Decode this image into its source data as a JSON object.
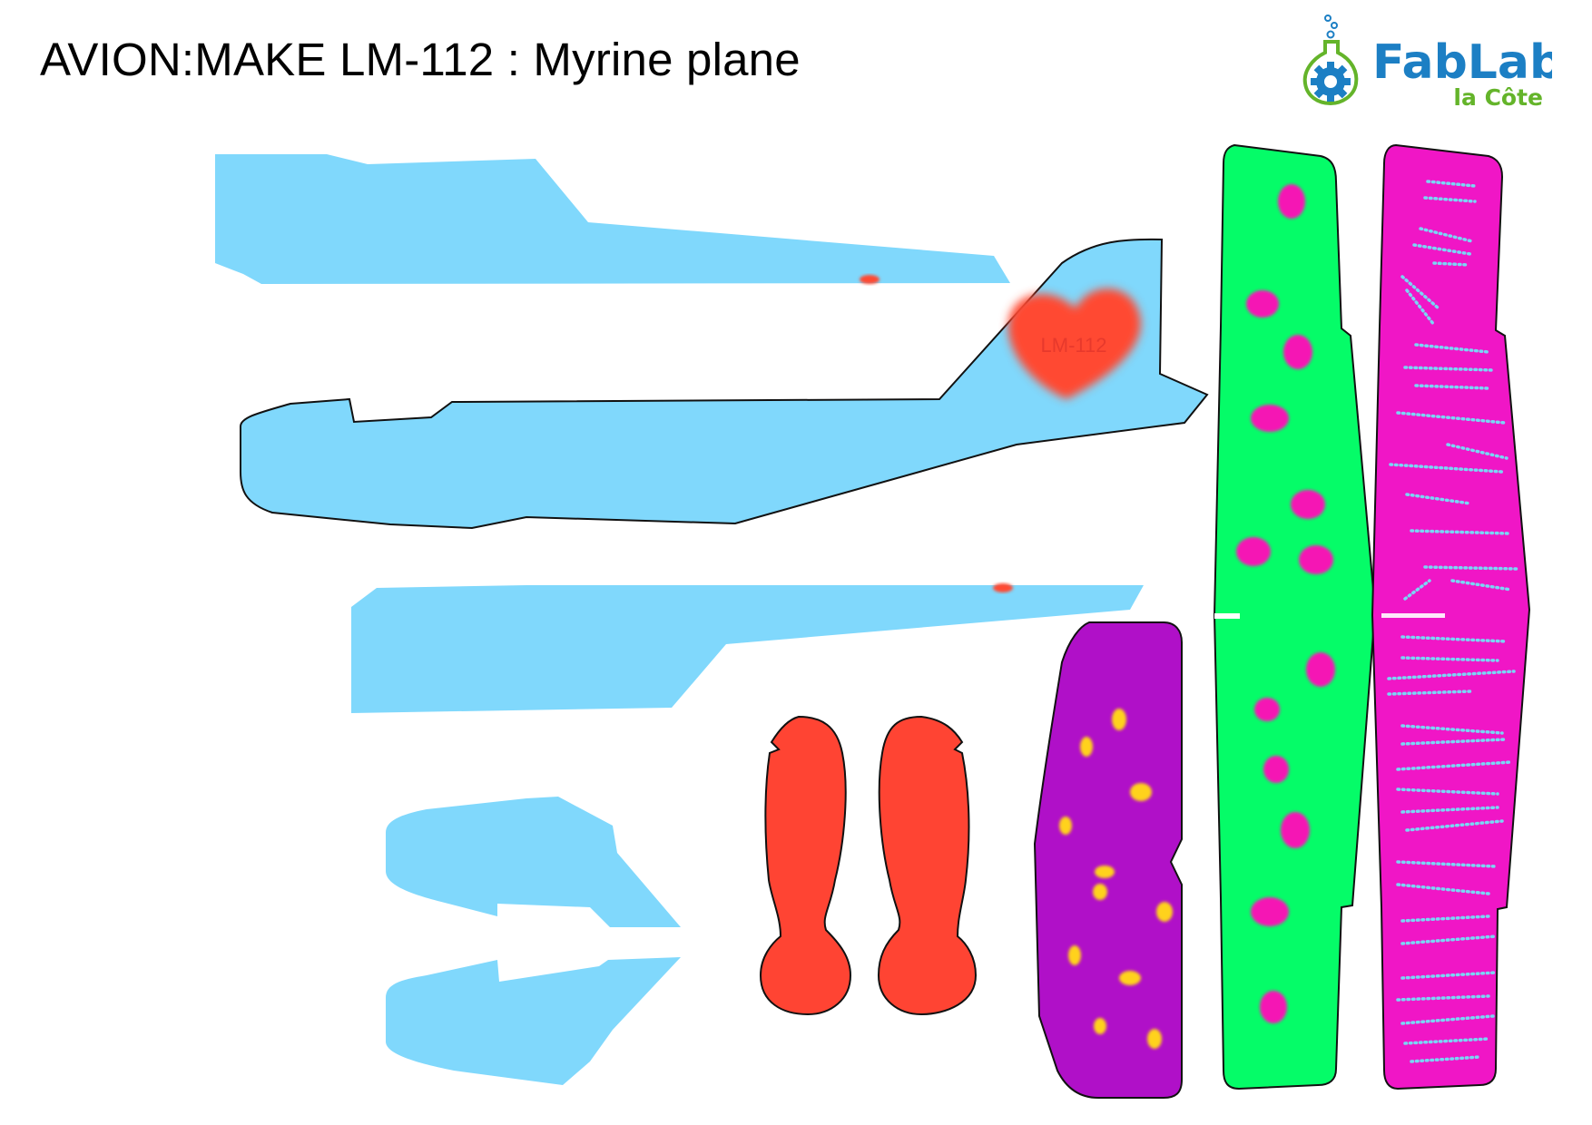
{
  "header": {
    "title": "AVION:MAKE LM-112 : Myrine plane"
  },
  "logo": {
    "line1": "FabLab",
    "line2": "la Côte",
    "icon": "flask-gear-icon"
  },
  "fuselage": {
    "tail_label": "LM-112"
  },
  "colors": {
    "fuselage": "#80d8fc",
    "heart": "#ff4a33",
    "canard": "#ff4433",
    "tailplane": "#b010c8",
    "tailplane_dots": "#ffd21a",
    "wing_green": "#05fc68",
    "wing_green_dots": "#f518b4",
    "wing_magenta": "#f016c6",
    "wing_magenta_lines": "#7ad6f5",
    "logo_blue": "#1c7fc4",
    "logo_green": "#64b42a"
  }
}
